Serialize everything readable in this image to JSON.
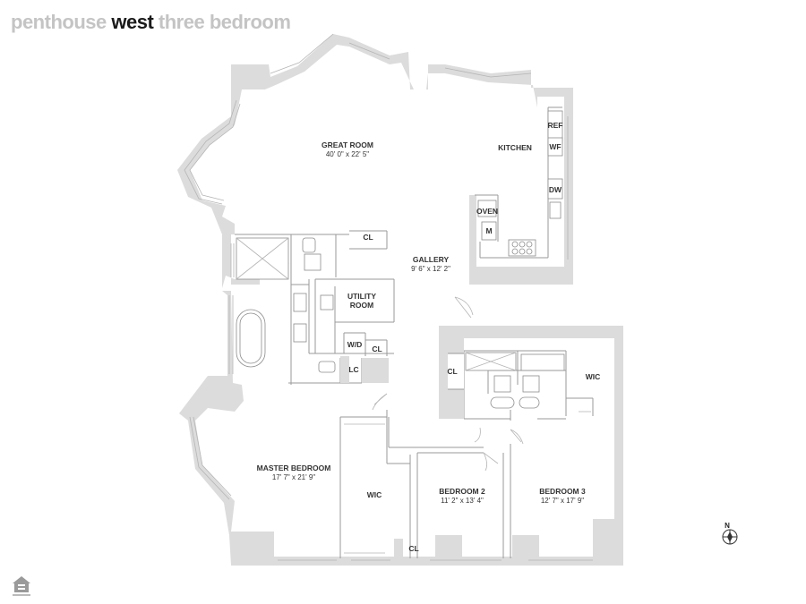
{
  "title": {
    "part1": "penthouse",
    "part2": "west",
    "part3": "three bedroom"
  },
  "rooms": {
    "great_room": {
      "name": "GREAT ROOM",
      "dims": "40' 0\" x 22' 5\""
    },
    "kitchen": {
      "name": "KITCHEN"
    },
    "gallery": {
      "name": "GALLERY",
      "dims": "9' 6\" x 12' 2\""
    },
    "utility_room": {
      "name_line1": "UTILITY",
      "name_line2": "ROOM"
    },
    "master_bedroom": {
      "name": "MASTER BEDROOM",
      "dims": "17' 7\" x 21' 9\""
    },
    "bedroom2": {
      "name": "BEDROOM 2",
      "dims": "11' 2\" x 13' 4\""
    },
    "bedroom3": {
      "name": "BEDROOM 3",
      "dims": "12' 7\" x 17' 9\""
    }
  },
  "labels": {
    "ref": "REF",
    "wf": "WF",
    "dw": "DW",
    "oven": "OVEN",
    "m": "M",
    "cl": "CL",
    "wd": "W/D",
    "lc": "LC",
    "wic": "WIC"
  },
  "compass": {
    "north": "N"
  },
  "icons": {
    "compass": "north-arrow-icon",
    "equal_housing": "equal-housing-icon"
  }
}
